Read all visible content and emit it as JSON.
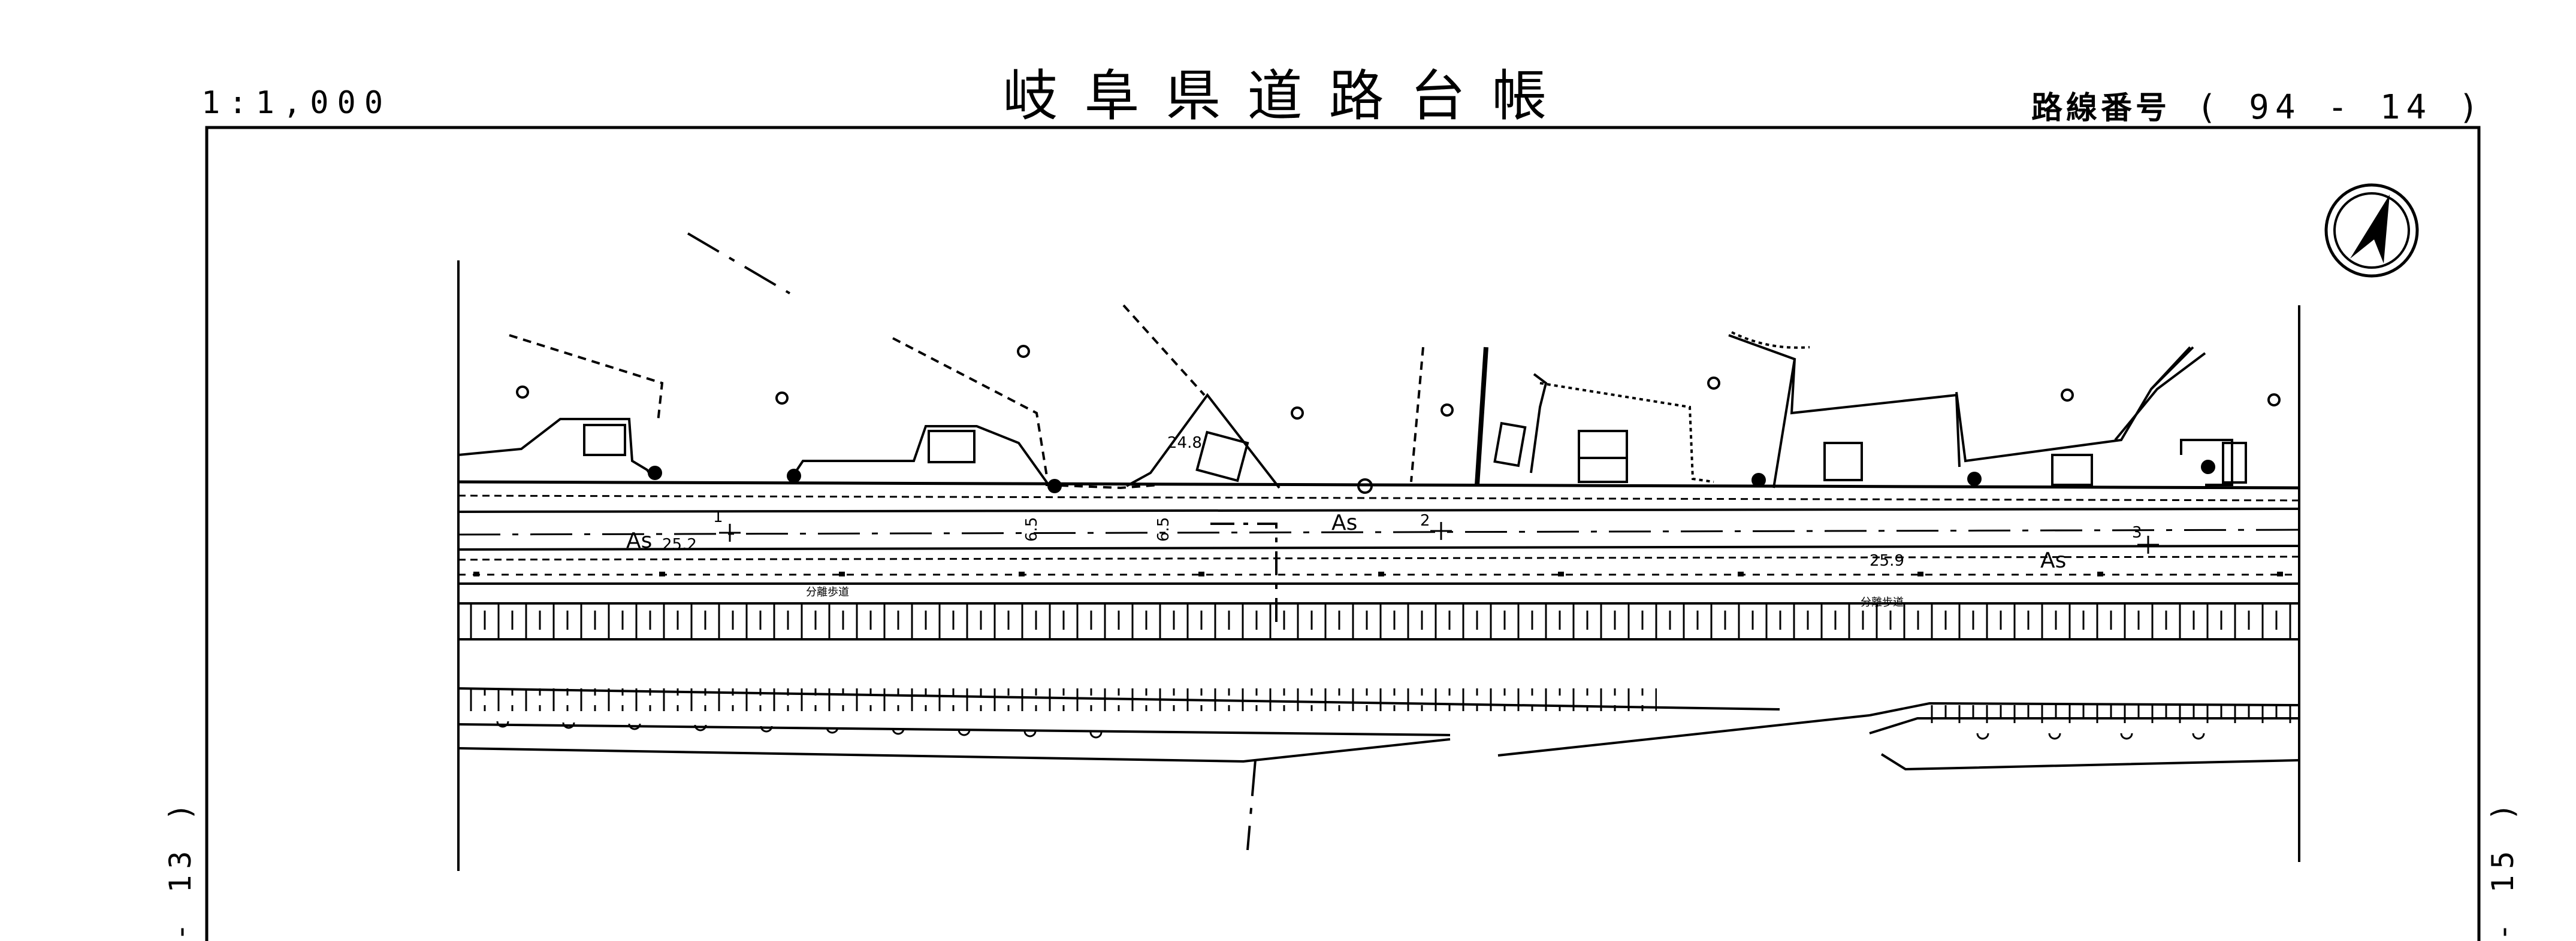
{
  "header": {
    "title": "岐阜県道路台帳",
    "scale": "1:1,000",
    "route_label": "路線番号",
    "route_number": "( 94 - 14 )"
  },
  "sheet_links": {
    "previous": "- 13 )",
    "next": "- 15 )"
  },
  "map": {
    "north_arrow": "north-arrow-icon",
    "pavement_left": "As",
    "pavement_mid": "As",
    "pavement_right": "As",
    "width_1": "6.5",
    "width_2": "6.5",
    "elev_1": "25.2",
    "elev_2": "24.8",
    "elev_3": "25.9",
    "station_1": "1",
    "station_2": "2",
    "station_3": "3",
    "sidewalk_1": "分離歩道",
    "sidewalk_2": "分離歩道"
  }
}
